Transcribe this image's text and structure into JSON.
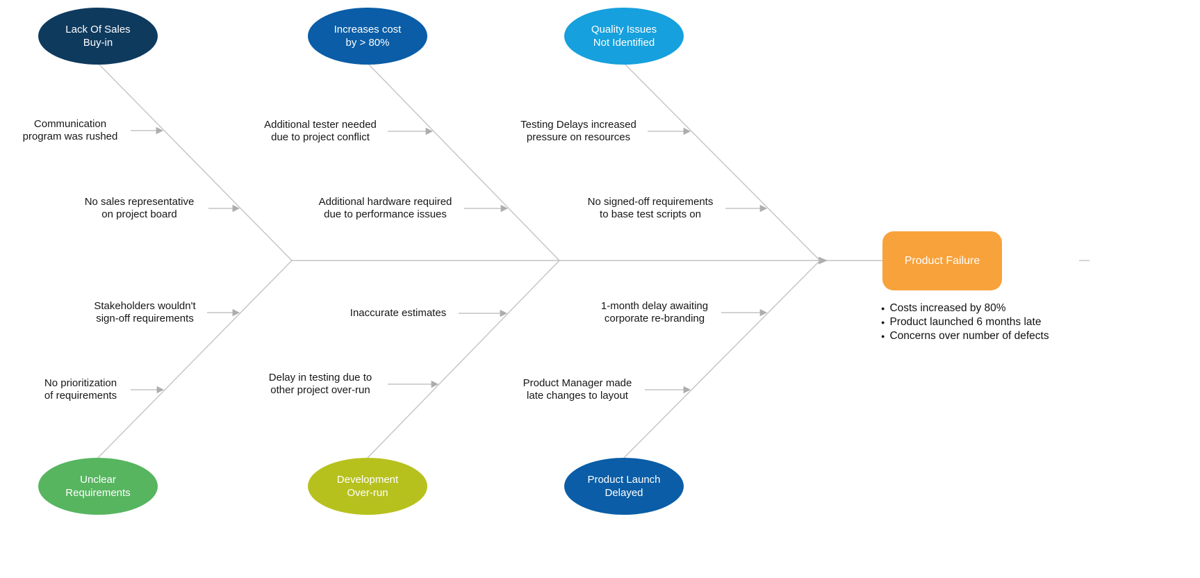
{
  "diagram": {
    "type": "fishbone",
    "line_color": "#C3C3C3",
    "arrow_color": "#ADADAD",
    "text_color": "#161616",
    "head": {
      "label": "Product Failure",
      "color": "#F8A23B",
      "text_color": "#FFFFFF",
      "outcomes": [
        "Costs increased by 80%",
        "Product launched 6 months late",
        "Concerns over number of defects"
      ]
    },
    "categories": [
      {
        "label": "Lack Of Sales\nBuy-in",
        "color": "#0E3A5E",
        "position": "top-left",
        "causes": [
          "Communication\nprogram was rushed",
          "No sales representative\non project board"
        ]
      },
      {
        "label": "Increases cost\nby > 80%",
        "color": "#0A5DA6",
        "position": "top-center",
        "causes": [
          "Additional tester needed\ndue to project conflict",
          "Additional hardware required\ndue to performance issues"
        ]
      },
      {
        "label": "Quality Issues\nNot Identified",
        "color": "#16A0DD",
        "position": "top-right",
        "causes": [
          "Testing Delays increased\npressure on resources",
          "No signed-off requirements\nto base test scripts on"
        ]
      },
      {
        "label": "Unclear\nRequirements",
        "color": "#57B560",
        "position": "bottom-left",
        "causes": [
          "Stakeholders wouldn't\nsign-off requirements",
          "No prioritization\nof requirements"
        ]
      },
      {
        "label": "Development\nOver-run",
        "color": "#B7C11E",
        "position": "bottom-center",
        "causes": [
          "Inaccurate estimates",
          "Delay in testing due to\nother project over-run"
        ]
      },
      {
        "label": "Product Launch\nDelayed",
        "color": "#0A5DA6",
        "position": "bottom-right",
        "causes": [
          "1-month delay awaiting\ncorporate re-branding",
          "Product Manager made\nlate changes to layout"
        ]
      }
    ]
  }
}
